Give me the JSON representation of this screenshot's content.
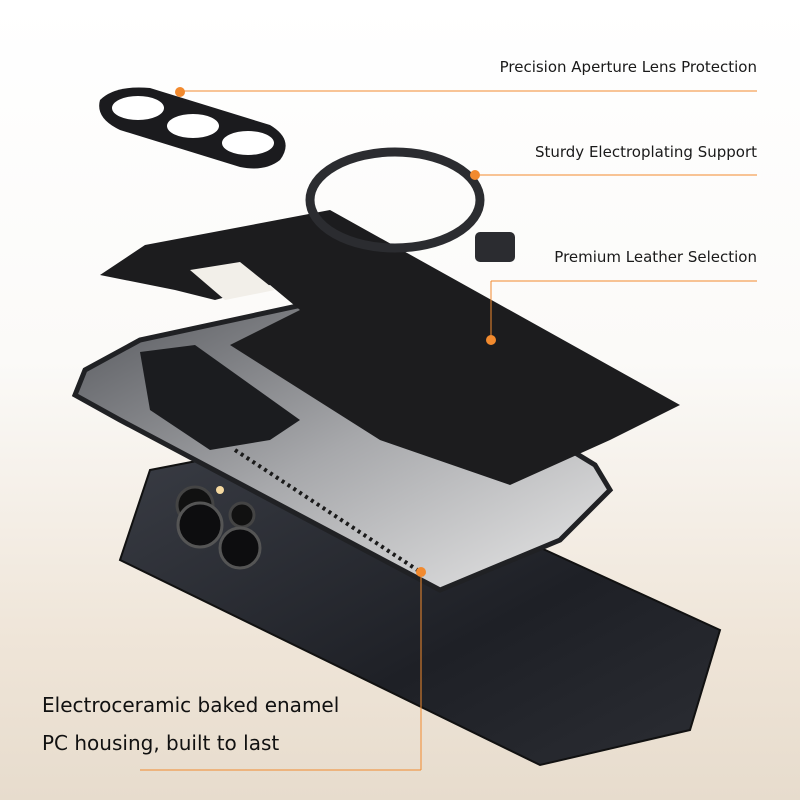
{
  "features": [
    {
      "label": "Precision Aperture Lens Protection"
    },
    {
      "label": "Sturdy Electroplating Support"
    },
    {
      "label": "Premium Leather Selection"
    }
  ],
  "bottom": {
    "line1": "Electroceramic baked enamel",
    "line2": "PC housing, built to last"
  },
  "colors": {
    "accent": "#f28a2e",
    "leather": "#1c1c1e",
    "frame": "#2a2b2f"
  }
}
